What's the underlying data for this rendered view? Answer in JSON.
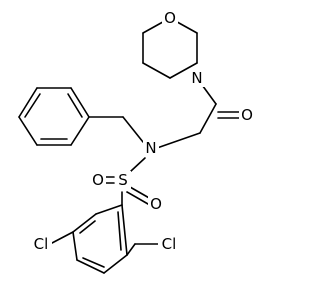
{
  "molecule": {
    "atoms": {
      "morpholine_oxygen": "O",
      "morpholine_nitrogen": "N",
      "carbonyl_oxygen": "O",
      "sulfonamide_nitrogen": "N",
      "sulfur": "S",
      "sulfonyl_oxygen_left": "O",
      "sulfonyl_oxygen_right": "O",
      "chlorine_left": "Cl",
      "chlorine_right": "Cl"
    }
  },
  "colors": {
    "bond": "#000000",
    "label": "#000000",
    "background": "#ffffff"
  }
}
